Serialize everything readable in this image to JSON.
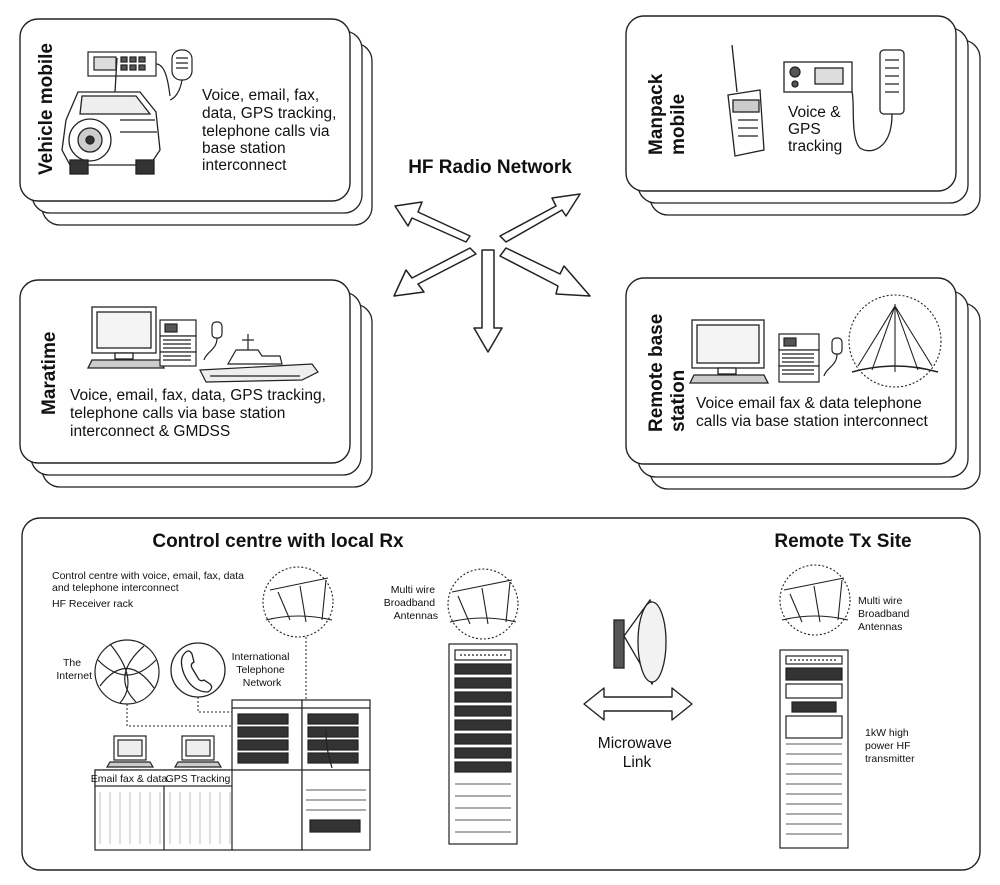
{
  "title": "HF Radio Network",
  "nodes": {
    "vehicle": {
      "label": "Vehicle mobile",
      "desc": [
        "Voice, email, fax,",
        "data, GPS tracking,",
        "telephone calls via",
        "base station",
        "interconnect"
      ]
    },
    "manpack": {
      "label": [
        "Manpack",
        "mobile"
      ],
      "desc": [
        "Voice &",
        "GPS",
        "tracking"
      ]
    },
    "maritime": {
      "label": "Maratime",
      "desc": [
        "Voice, email, fax, data, GPS tracking,",
        "telephone calls via base station",
        "interconnect & GMDSS"
      ]
    },
    "remote_base": {
      "label": [
        "Remote base",
        "station"
      ],
      "desc": [
        "Voice email fax & data telephone",
        "calls via base station interconnect"
      ]
    }
  },
  "control": {
    "title": "Control centre with local Rx",
    "note": [
      "Control centre with voice, email, fax, data",
      "and telephone interconnect"
    ],
    "receiver_rack": "HF Receiver rack",
    "internet": [
      "The",
      "Internet"
    ],
    "telephone": [
      "International",
      "Telephone",
      "Network"
    ],
    "antennas": [
      "Multi wire",
      "Broadband",
      "Antennas"
    ],
    "desk_labels": [
      "Email fax & data",
      "GPS Tracking"
    ]
  },
  "link": {
    "label": [
      "Microwave",
      "Link"
    ]
  },
  "remote_tx": {
    "title": "Remote Tx Site",
    "antennas": [
      "Multi wire",
      "Broadband",
      "Antennas"
    ],
    "transmitter": [
      "1kW high",
      "power HF",
      "transmitter"
    ]
  }
}
